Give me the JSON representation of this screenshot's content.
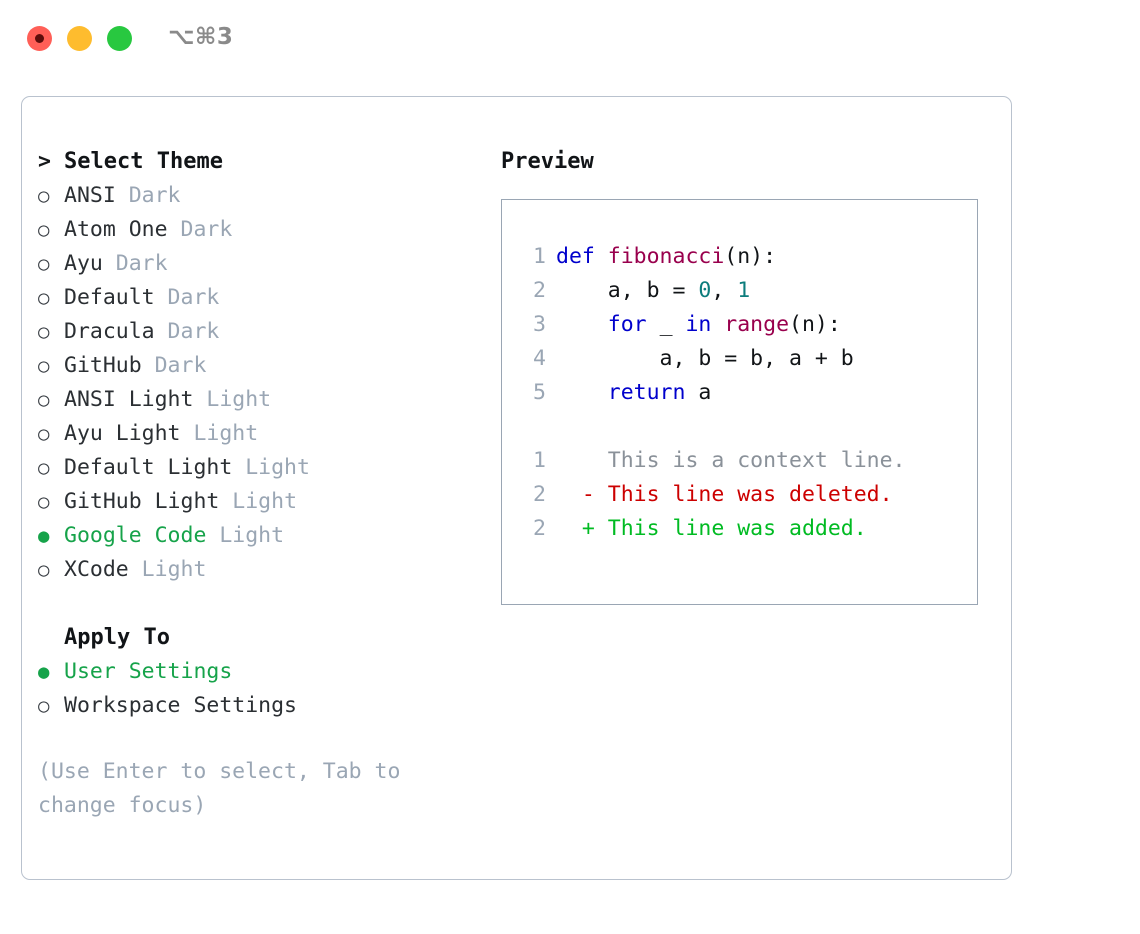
{
  "window": {
    "shortcut": "⌥⌘3",
    "controls": [
      {
        "name": "close",
        "color": "#ff5f57"
      },
      {
        "name": "minimize",
        "color": "#febc2e"
      },
      {
        "name": "maximize",
        "color": "#28c840"
      }
    ]
  },
  "selector": {
    "prompt_caret": ">",
    "title": "Select Theme",
    "bullet_unselected": "○",
    "bullet_selected": "●",
    "themes": [
      {
        "name": "ANSI",
        "variant": "Dark",
        "selected": false
      },
      {
        "name": "Atom One",
        "variant": "Dark",
        "selected": false
      },
      {
        "name": "Ayu",
        "variant": "Dark",
        "selected": false
      },
      {
        "name": "Default",
        "variant": "Dark",
        "selected": false
      },
      {
        "name": "Dracula",
        "variant": "Dark",
        "selected": false
      },
      {
        "name": "GitHub",
        "variant": "Dark",
        "selected": false
      },
      {
        "name": "ANSI Light",
        "variant": "Light",
        "selected": false
      },
      {
        "name": "Ayu Light",
        "variant": "Light",
        "selected": false
      },
      {
        "name": "Default Light",
        "variant": "Light",
        "selected": false
      },
      {
        "name": "GitHub Light",
        "variant": "Light",
        "selected": false
      },
      {
        "name": "Google Code",
        "variant": "Light",
        "selected": true
      },
      {
        "name": "XCode",
        "variant": "Light",
        "selected": false
      }
    ],
    "apply_to": {
      "title": "Apply To",
      "options": [
        {
          "name": "User Settings",
          "selected": true
        },
        {
          "name": "Workspace Settings",
          "selected": false
        }
      ]
    },
    "hint": "(Use Enter to select, Tab to change focus)"
  },
  "preview": {
    "title": "Preview",
    "code": [
      {
        "ln": "1",
        "tokens": [
          {
            "t": "def ",
            "c": "kw"
          },
          {
            "t": "fibonacci",
            "c": "fn"
          },
          {
            "t": "(n):",
            "c": "plain"
          }
        ]
      },
      {
        "ln": "2",
        "tokens": [
          {
            "t": "    a, b = ",
            "c": "plain"
          },
          {
            "t": "0",
            "c": "num"
          },
          {
            "t": ", ",
            "c": "plain"
          },
          {
            "t": "1",
            "c": "num"
          }
        ]
      },
      {
        "ln": "3",
        "tokens": [
          {
            "t": "    ",
            "c": "plain"
          },
          {
            "t": "for ",
            "c": "kw"
          },
          {
            "t": "_ ",
            "c": "plain"
          },
          {
            "t": "in ",
            "c": "kw"
          },
          {
            "t": "range",
            "c": "fn"
          },
          {
            "t": "(n):",
            "c": "plain"
          }
        ]
      },
      {
        "ln": "4",
        "tokens": [
          {
            "t": "        a, b = b, a + b",
            "c": "plain"
          }
        ]
      },
      {
        "ln": "5",
        "tokens": [
          {
            "t": "    ",
            "c": "plain"
          },
          {
            "t": "return ",
            "c": "kw"
          },
          {
            "t": "a",
            "c": "plain"
          }
        ]
      }
    ],
    "diff": [
      {
        "ln": "1",
        "marker": " ",
        "text": "This is a context line.",
        "kind": "context"
      },
      {
        "ln": "2",
        "marker": "-",
        "text": "This line was deleted.",
        "kind": "deleted"
      },
      {
        "ln": "2",
        "marker": "+",
        "text": "This line was added.",
        "kind": "added"
      }
    ]
  },
  "colors": {
    "accent_green": "#16a34a",
    "muted": "#9aa6b4",
    "keyword": "#0000cc",
    "function": "#99004d",
    "number": "#0d7d7d",
    "diff_added": "#00bb22",
    "diff_deleted": "#cc0000",
    "border": "#b9c2ce"
  }
}
